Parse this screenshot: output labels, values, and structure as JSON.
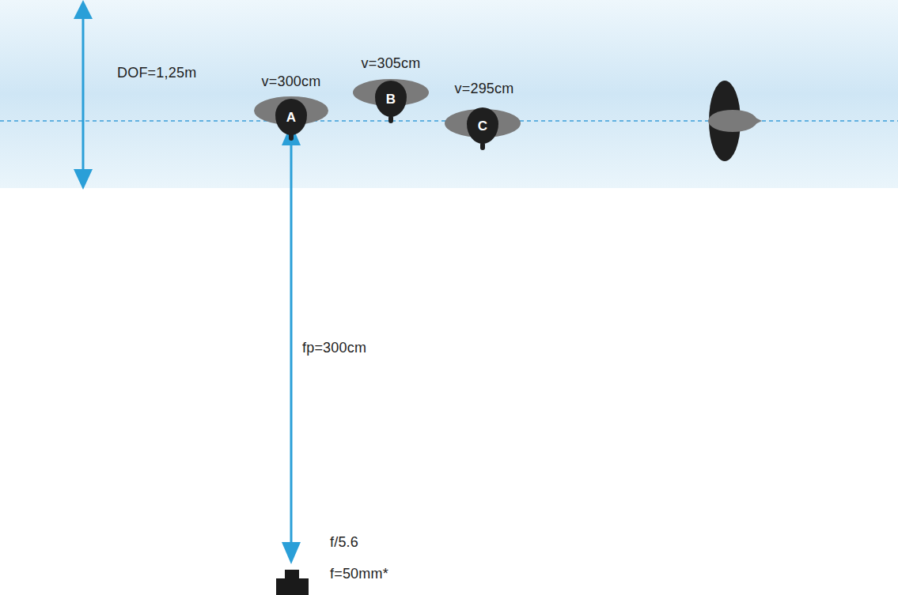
{
  "diagram": {
    "nodes": [
      {
        "text": [
          "A"
        ]
      },
      {
        "text": [
          "B"
        ]
      },
      {
        "text": [
          "C"
        ]
      }
    ],
    "labels": [
      "DOF=1,25m",
      "v=300cm",
      "v=305cm",
      "v=295cm",
      "fp=300cm",
      "f/5.6",
      "f=50mm*"
    ]
  }
}
